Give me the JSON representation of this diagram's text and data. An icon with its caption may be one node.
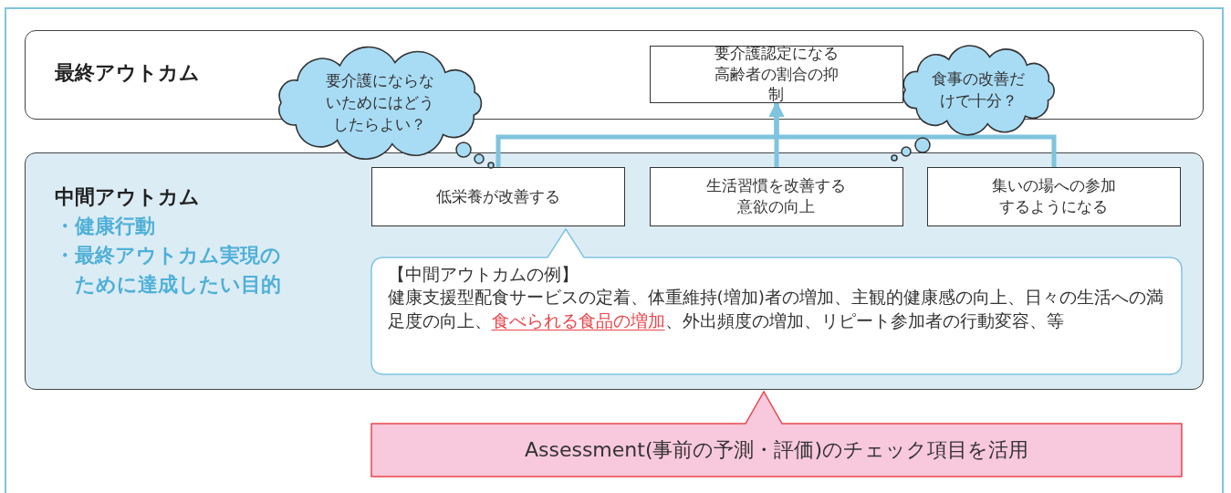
{
  "diagram": {
    "nodes": [
      {
        "text": [
          "最終アウトカム"
        ]
      },
      {
        "text": [
          "要介護認定になる高齢者の割合の抑制"
        ],
        "in": 0
      },
      {
        "text": [
          "要介護にならないためにはどうしたらよい？"
        ]
      },
      {
        "text": [
          "食事の改善だけで十分？"
        ]
      },
      {
        "text": [
          "中間アウトカム",
          "・健康行動",
          "・最終アウトカム実現のために達成したい目的"
        ]
      },
      {
        "text": [
          "低栄養が改善する"
        ],
        "in": 4
      },
      {
        "text": [
          "生活習慣を改善する意欲の向上"
        ],
        "in": 4
      },
      {
        "text": [
          "集いの場への参加するようになる"
        ],
        "in": 4
      },
      {
        "text": [
          "【中間アウトカムの例】",
          "健康支援型配食サービスの定着、体重維持(増加)者の増加、主観的健康感の向上、日々の生活への満足度の向上、**食べられる食品の増加**、外出頻度の増加、リピート参加者の行動変容、等"
        ],
        "in": 4
      },
      {
        "text": [
          "Assessment(事前の予測・評価)のチェック項目を活用"
        ]
      }
    ],
    "edges": [
      {
        "from": 5,
        "to": 1,
        "arrow": "to"
      },
      {
        "from": 6,
        "to": 1,
        "arrow": "to"
      },
      {
        "from": 7,
        "to": 1,
        "arrow": "to"
      }
    ]
  }
}
